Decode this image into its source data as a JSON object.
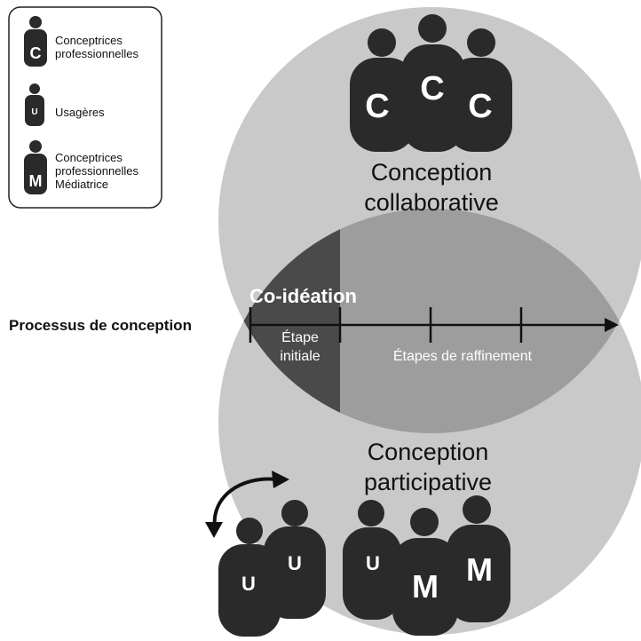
{
  "legend": {
    "items": [
      {
        "letter": "C",
        "label_lines": [
          "Conceptrices",
          "professionnelles"
        ]
      },
      {
        "letter": "U",
        "label_lines": [
          "Usagères"
        ]
      },
      {
        "letter": "M",
        "label_lines": [
          "Conceptrices",
          "professionnelles",
          "Médiatrice"
        ]
      }
    ]
  },
  "top_circle": {
    "title_lines": [
      "Conception",
      "collaborative"
    ],
    "figures": [
      "C",
      "C",
      "C"
    ]
  },
  "bottom_circle": {
    "title_lines": [
      "Conception",
      "participative"
    ],
    "figures": [
      "U",
      "U",
      "U",
      "M",
      "M"
    ]
  },
  "process": {
    "label": "Processus de conception",
    "co_ideation": "Co-idéation",
    "initial_step_lines": [
      "Étape",
      "initiale"
    ],
    "refinement_label": "Étapes de raffinement"
  },
  "colors": {
    "circle": "#c9c9c9",
    "lens": "#9d9d9d",
    "initial_zone": "#4a4a4a",
    "figure": "#2a2a2a",
    "arrow": "#111111"
  }
}
